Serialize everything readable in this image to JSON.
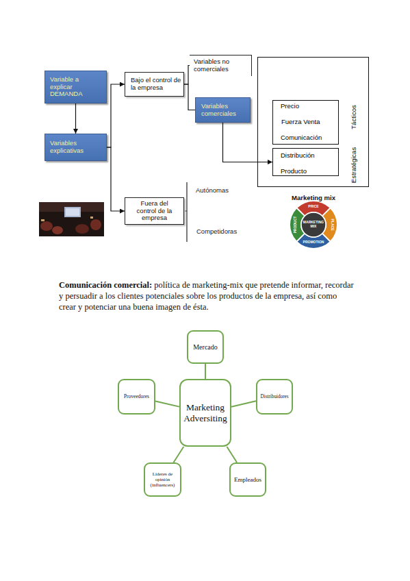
{
  "diagram": {
    "nodes": [
      {
        "text": [
          "Variable a explicar DEMANDA"
        ]
      },
      {
        "text": [
          "Variables explicativas"
        ]
      },
      {
        "text": [
          "Bajo el control de la empresa"
        ]
      },
      {
        "text": [
          "Fuera del control de la empresa"
        ]
      },
      {
        "text": [
          "Variables no comerciales"
        ]
      },
      {
        "text": [
          "Variables comerciales"
        ]
      },
      {
        "text": [
          "Tácticos",
          "Estratégicas"
        ]
      },
      {
        "text": [
          "Precio",
          "Fuerza Venta",
          "Comunicación"
        ],
        "in": 6
      },
      {
        "text": [
          "Distribución",
          "Producto"
        ],
        "in": 6
      },
      {
        "text": [
          "Marketing mix",
          "MARKETING MIX",
          "PRICE",
          "PLACE",
          "PROMOTION",
          "PRODUCT"
        ]
      },
      {
        "text": [
          "Mercado"
        ]
      },
      {
        "text": [
          "Proveedores"
        ]
      },
      {
        "text": [
          "Marketing Adversiting"
        ]
      },
      {
        "text": [
          "Distribuidores"
        ]
      },
      {
        "text": [
          "Líderes de opinión (influencers)"
        ]
      },
      {
        "text": [
          "Empleados"
        ]
      }
    ],
    "edges": [
      {
        "from": 0,
        "to": 1,
        "arrow": "to"
      },
      {
        "from": 1,
        "to": 2,
        "arrow": "to"
      },
      {
        "from": 1,
        "to": 3,
        "arrow": "to"
      },
      {
        "from": 2,
        "to": 4,
        "arrow": "none"
      },
      {
        "from": 2,
        "to": 5,
        "arrow": "none"
      },
      {
        "from": 5,
        "to": 8,
        "arrow": "to"
      },
      {
        "from": 12,
        "to": 10,
        "arrow": "none"
      },
      {
        "from": 12,
        "to": 11,
        "arrow": "none"
      },
      {
        "from": 12,
        "to": 13,
        "arrow": "none"
      },
      {
        "from": 12,
        "to": 14,
        "arrow": "none"
      },
      {
        "from": 12,
        "to": 15,
        "arrow": "none"
      }
    ],
    "labels": [
      "Autónomas",
      "Competidoras",
      "Comunicación comercial:",
      "política de marketing-mix que pretende informar, recordar y persuadir a los clientes potenciales sobre los productos de la empresa, así como crear y potenciar una buena imagen de ésta."
    ]
  }
}
